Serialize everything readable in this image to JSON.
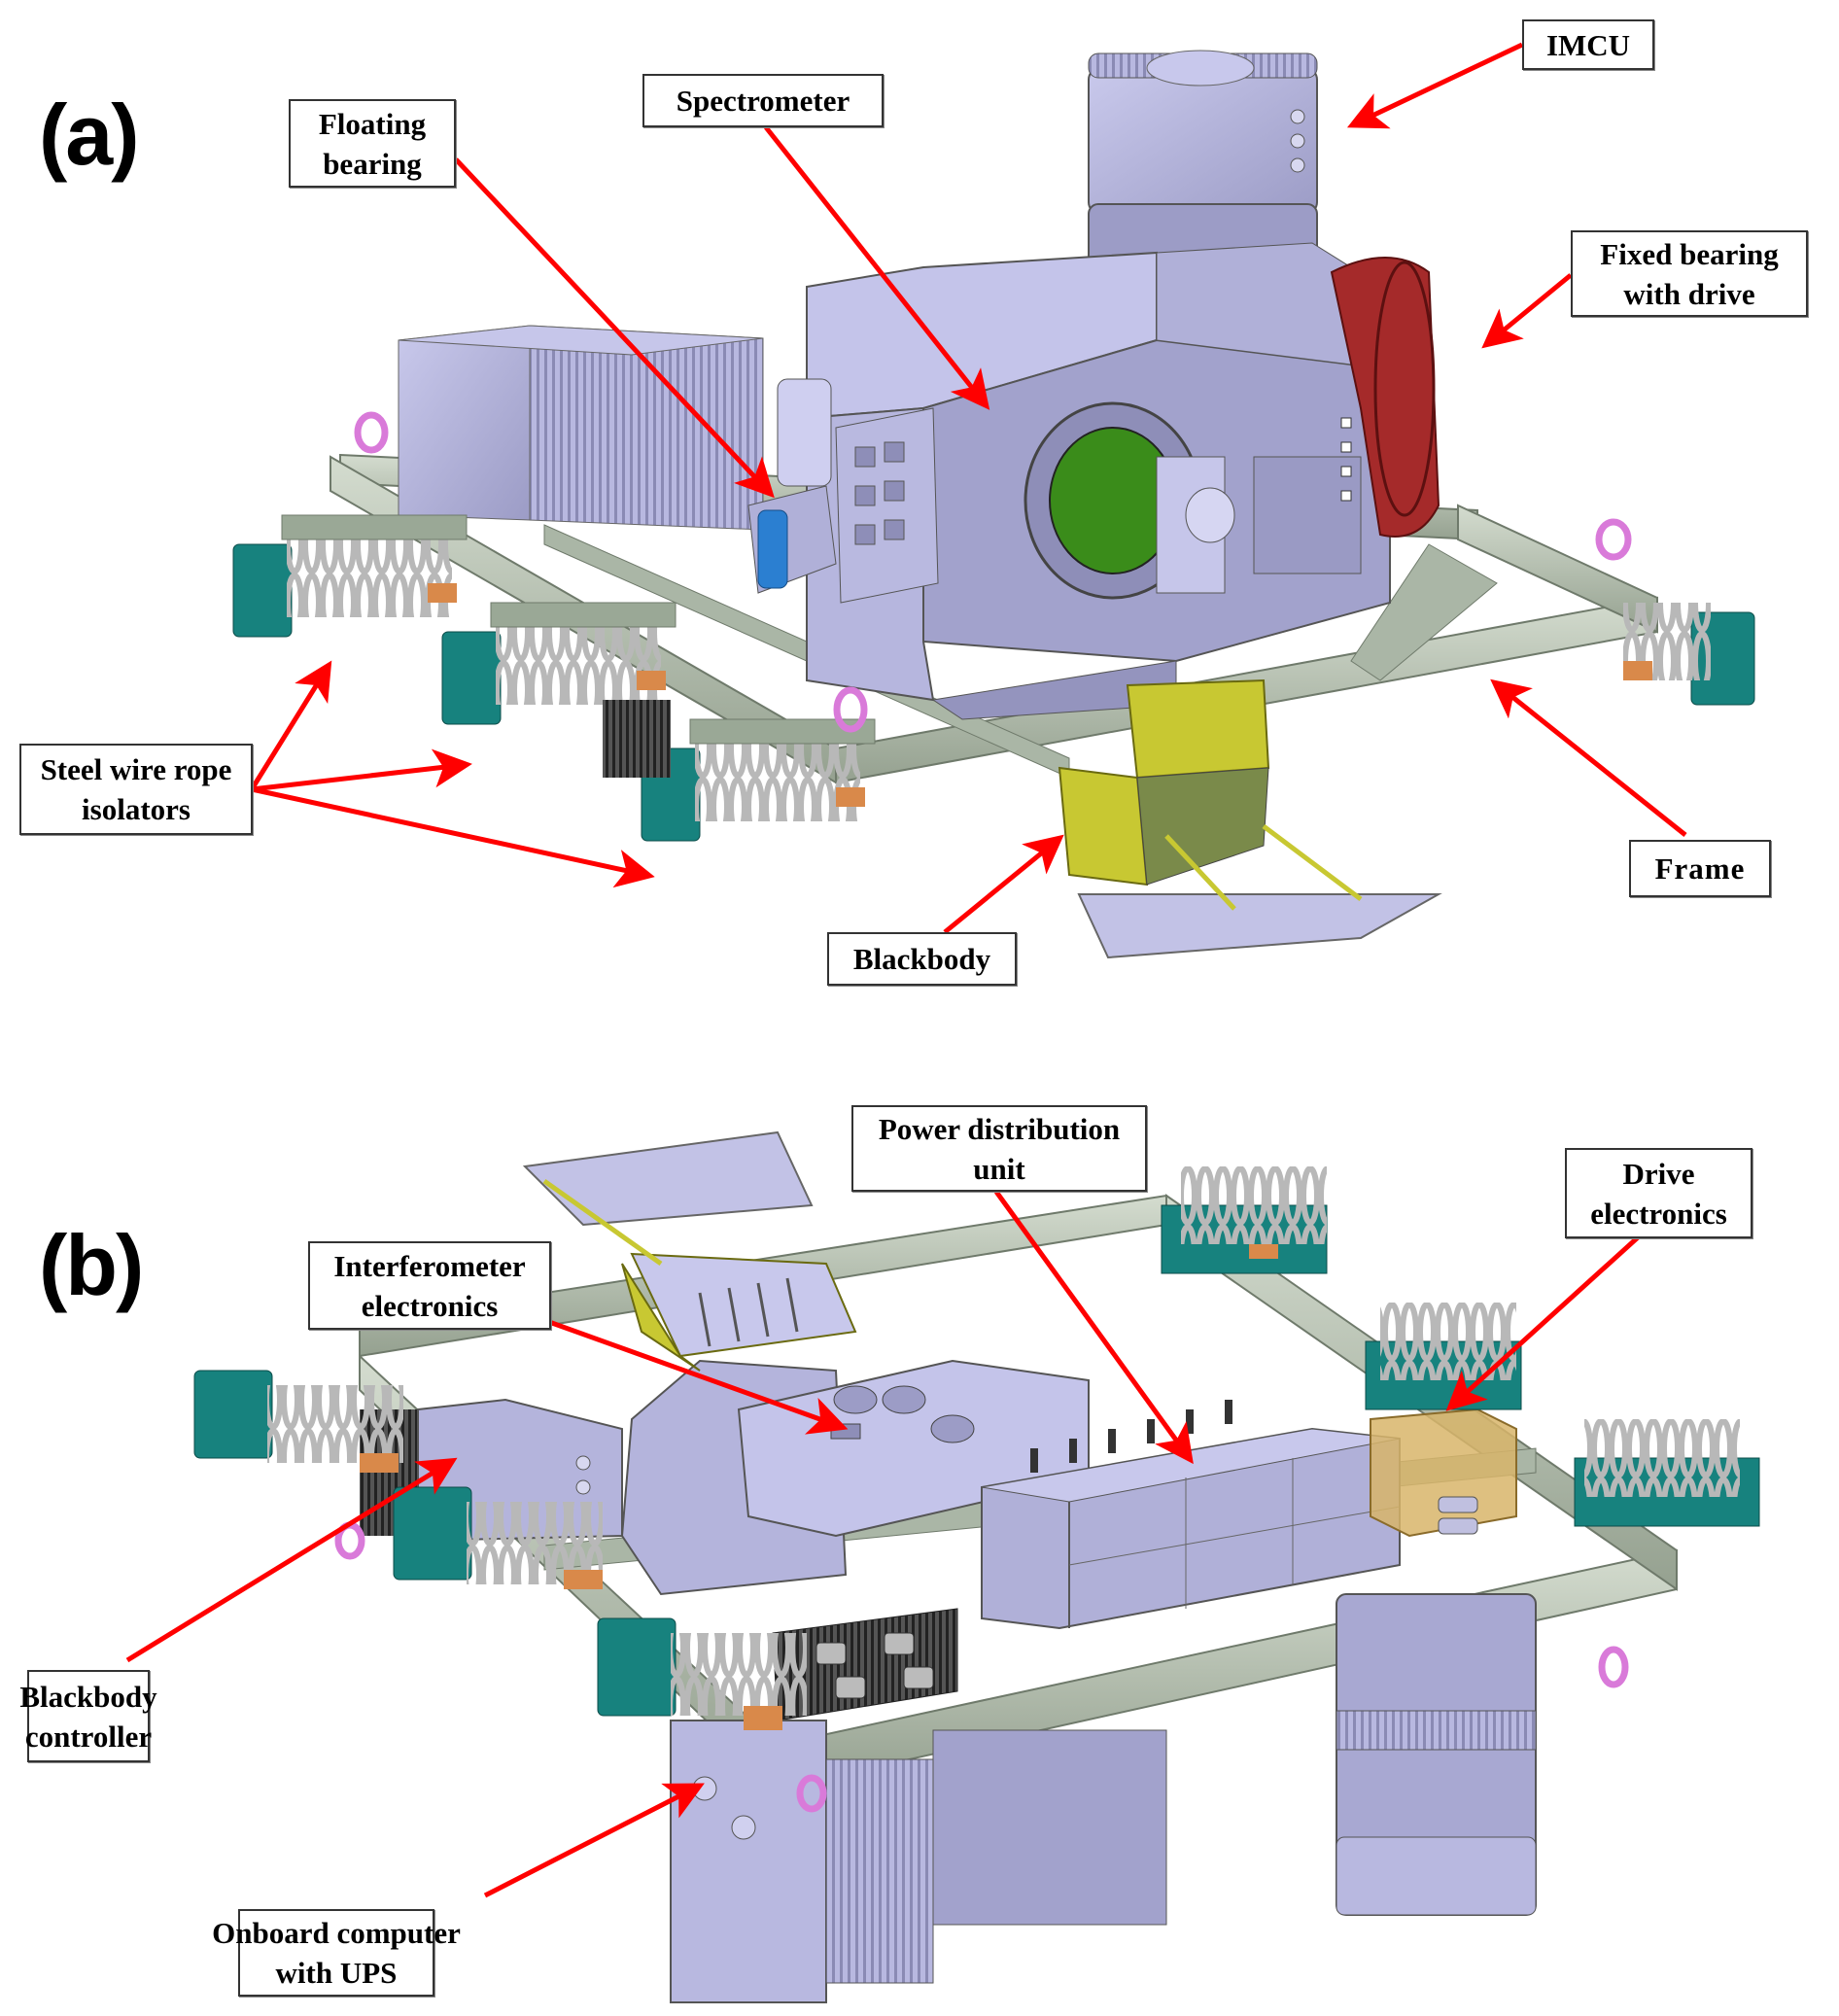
{
  "figure": {
    "panels": [
      {
        "id": "a",
        "label": "(a)"
      },
      {
        "id": "b",
        "label": "(b)"
      }
    ],
    "arrow_color": "#ff0000",
    "colors": {
      "housing": "#b4b4dc",
      "housing_dark": "#8e8eb8",
      "frame": "#c5cfc0",
      "frame_dark": "#9aa896",
      "isolator_mount": "#17827e",
      "isolator_coil": "#c9c9c9",
      "copper": "#d9894a",
      "bearing_drive": "#a52a2a",
      "blackbody": "#c8c832",
      "window_green": "#3a8c1a",
      "lifting_eye": "#d97ad9",
      "heatsink": "#3a3a3a"
    }
  },
  "callouts_a": {
    "imcu": [
      "IMCU"
    ],
    "fixed_bearing": [
      "Fixed bearing",
      "with drive"
    ],
    "spectrometer": [
      "Spectrometer"
    ],
    "floating_bearing": [
      "Floating",
      "bearing"
    ],
    "steel_wire": [
      "Steel wire rope",
      "isolators"
    ],
    "frame": [
      "Frame"
    ],
    "blackbody": [
      "Blackbody"
    ]
  },
  "callouts_b": {
    "power_distribution": [
      "Power distribution",
      "unit"
    ],
    "drive_electronics": [
      "Drive",
      "electronics"
    ],
    "interferometer": [
      "Interferometer",
      "electronics"
    ],
    "blackbody_controller": [
      "Blackbody",
      "controller"
    ],
    "onboard_computer": [
      "Onboard computer",
      "with UPS"
    ]
  }
}
